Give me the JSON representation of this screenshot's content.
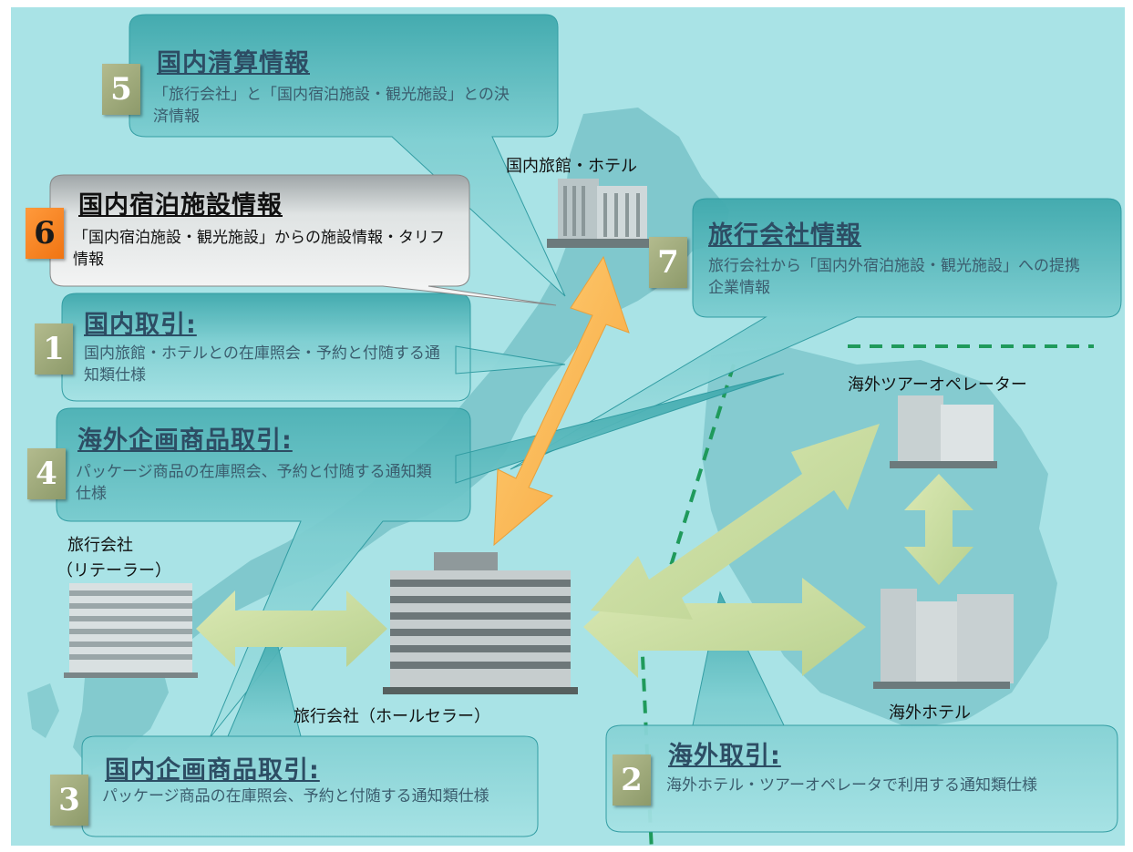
{
  "labels": {
    "domestic_hotel": "国内旅館・ホテル",
    "retailer_line1": "旅行会社",
    "retailer_line2": "（リテーラー）",
    "wholesaler": "旅行会社（ホールセラー）",
    "overseas_operator": "海外ツアーオペレーター",
    "overseas_hotel": "海外ホテル"
  },
  "callouts": [
    {
      "number": "5",
      "title": "国内清算情報",
      "desc": "「旅行会社」と「国内宿泊施設・観光施設」との決済情報"
    },
    {
      "number": "6",
      "title": "国内宿泊施設情報",
      "desc": "「国内宿泊施設・観光施設」からの施設情報・タリフ情報"
    },
    {
      "number": "7",
      "title": "旅行会社情報",
      "desc": "旅行会社から「国内外宿泊施設・観光施設」への提携企業情報"
    },
    {
      "number": "1",
      "title": "国内取引:",
      "desc": "国内旅館・ホテルとの在庫照会・予約と付随する通知類仕様"
    },
    {
      "number": "4",
      "title": "海外企画商品取引:",
      "desc": "パッケージ商品の在庫照会、予約と付随する通知類仕様"
    },
    {
      "number": "3",
      "title": "国内企画商品取引:",
      "desc": "パッケージ商品の在庫照会、予約と付随する通知類仕様"
    },
    {
      "number": "2",
      "title": "海外取引:",
      "desc": "海外ホテル・ツアーオペレータで利用する通知類仕様"
    }
  ],
  "colors": {
    "background": "#a9e3e6",
    "callout_fill": "#5fb6b8",
    "highlight_fill": "#e6e6e6",
    "orange_arrow": "#f9b54c",
    "green_arrow": "#cfe0a8",
    "dashed_line": "#1f9a5b",
    "map_land": "#78c2c7"
  }
}
